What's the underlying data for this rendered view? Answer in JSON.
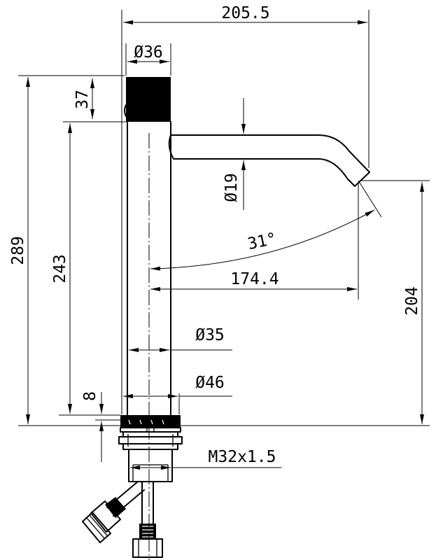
{
  "dimensions": {
    "total_reach": "205.5",
    "top_cap_diameter": "Ø36",
    "top_cap_height": "37",
    "total_height": "289",
    "body_height": "243",
    "spout_diameter": "Ø19",
    "spout_angle": "31°",
    "spout_reach": "174.4",
    "outlet_height": "204",
    "body_diameter": "Ø35",
    "base_diameter": "Ø46",
    "base_ring_height": "8",
    "thread": "M32x1.5"
  }
}
